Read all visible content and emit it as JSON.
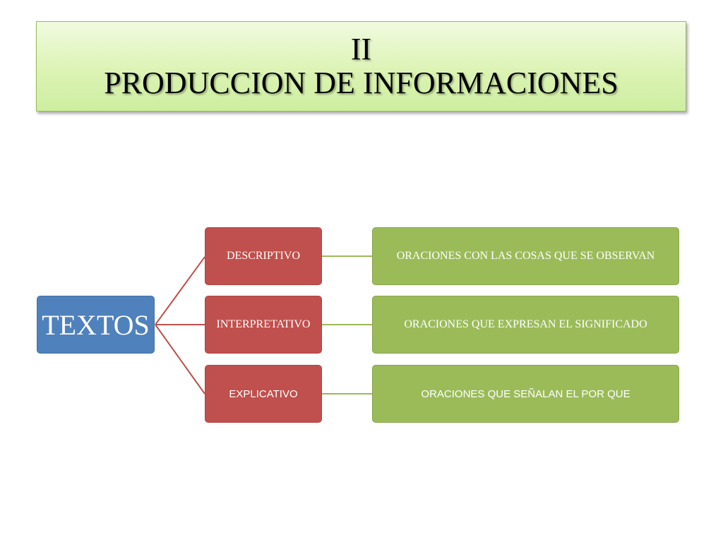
{
  "title": {
    "line1": "II",
    "line2": "PRODUCCION DE INFORMACIONES"
  },
  "diagram": {
    "root": "TEXTOS",
    "branches": [
      {
        "label": "DESCRIPTIVO",
        "detail": "ORACIONES CON LAS COSAS QUE SE OBSERVAN"
      },
      {
        "label": "INTERPRETATIVO",
        "detail": "ORACIONES QUE EXPRESAN EL SIGNIFICADO"
      },
      {
        "label": "EXPLICATIVO",
        "detail": "ORACIONES QUE SEÑALAN EL POR QUE"
      }
    ]
  },
  "colors": {
    "root": "#4f81bd",
    "branch": "#c0504d",
    "detail": "#9bbb59",
    "title_background": "#d7f2ac"
  }
}
